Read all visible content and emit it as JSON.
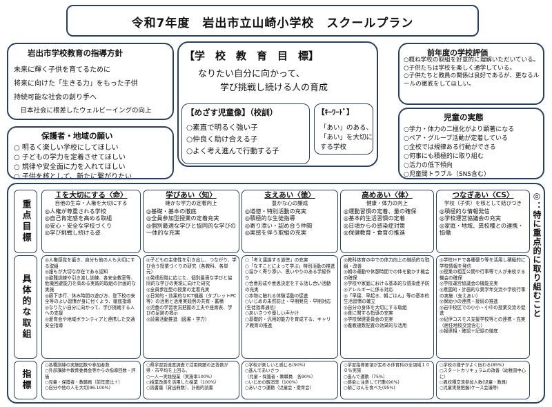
{
  "header": {
    "title": "令和7年度　岩出市立山崎小学校　スクールプラン"
  },
  "policy": {
    "title": "岩出市学校教育の指導方針",
    "lines": [
      "未来に輝く子供を育てるために",
      "将来に向けた「生きる力」をもった子供",
      "持続可能な社会の創り手へ",
      "　日本社会に根差したウェルビーイングの向上"
    ]
  },
  "wishes": {
    "title": "保護者・地域の願い",
    "lines": [
      "○ 明るく楽しい学校にしてほしい",
      "○ 子どもの学力を定着させてほしい",
      "○ 規律や安全面に力を入れてほしい",
      "○ 子供を核として、新たに繋がりたい"
    ]
  },
  "goal": {
    "title": "【学　校　教　育　目　標】",
    "line1": "なりたい自分に向かって、",
    "line2": "学び挑戦し続ける人の育成"
  },
  "ideal": {
    "title": "【めざす児童像】（校訓）",
    "items": [
      "○素直で明るく強い子",
      "○仲良く助け合える子",
      "○よく考え進んで行動する子"
    ]
  },
  "keyword": {
    "title": "【ｷｰﾜｰﾄﾞ】",
    "line1": "「あい」のある、",
    "line2": "「あい」を大切に",
    "line3": "する学校"
  },
  "evaluation": {
    "title": "前年度の学校評価",
    "text": "○概ね学校の取組を好意的に理解いただいている。\n○子供たちは学校を楽しく通学している。\n○子供たちと教員の関係は良好であるが、更なるルールの徹底をしてほしい。"
  },
  "actual": {
    "title": "児童の実態",
    "lines": [
      "○学力・体力の二極化がより顕著になる",
      "○ペア・グループ活動が定着している",
      "○全校では規律ある行動ができる",
      "○何事にも積極的に取り組む",
      "○活力の低下傾向",
      "○児童間トラブル（SNS含む）"
    ]
  },
  "rows": {
    "goals_label": "重点目標",
    "concrete_label": "具体的な取組",
    "indicator_label": "指標"
  },
  "side_note": "◎：特に重点的に取り組むこと",
  "columns": [
    {
      "head": "Ｉを大切にする〈命〉",
      "sub": "自他の生命・人権を大切にする",
      "goals": "◎人権が尊重される学校\n◎自己肯定感を高める取組\n◎安心・安全な学校づくり\n◎学び挑戦し続ける姿",
      "concrete": "◎人権感覚を磨き、自分も他の人も大切にする取組\n◎誰もが大切な存在である認知\n◎避難訓練や引き渡し訓練、各安全教室等、危機回避能力を高める実践的取組の計画的な実施\n◎廊下歩行、休み時間の遊び方、登下校の安全等のよい習慣が身に付くよう、徹底指導\n◎なりたい自分に向かって、学び挑戦する人への支援\n◎愛育会や地域ボランティアと連携した交通安全指導",
      "indicator": "○各種訓練の実施回数や参加者数\n○外部講師や教育委員会等からの指導回数・評価\n○児童・保護者・教職員（前年度比＋）\n○自分や他の人を大切(96.100%)"
    },
    {
      "head": "学びあい〈知〉",
      "sub": "確かな学力の定着向上",
      "goals": "◎基礎・基本の徹底\n◎全員参加型授業の定着充実\n◎個別最適な学びと協同的な学びの一体的な充実",
      "concrete": "◎子どもの主体性を引き出し、つながり、学び合う授業づくりの研究（各教科、各単元）\n◎発達段階に応じた、個別最適な学びと協同的な学びの実現に向けた研究\n◎全員参加型の授業の定着充実\n◎日常的・効果的なICT機器（タブレットPC等）の活用と活用実践例の共有・蓄積\n◎児童の学習状況把握の工夫や座席表、学びの足跡の揭示\n◎読書活動推進（図書・学力）",
      "indicator": "○県学習到達度調査で活用問題の正答数が県・市平均を上回る。\n○一人一実践授業（実施率100%）\n○授業改善を活用した授業（100%）\n○読書量（貸出冊数）、計画的読書"
    },
    {
      "head": "支えあい〈徳〉",
      "sub": "豊かな心の醸成",
      "goals": "◎道徳・特別活動の充実\n◎積極的な生徒指導\n◎寄り添い・認め合う仲間\n◎実感を伴う取組の充実",
      "concrete": "○「考え議論する道徳」の充実\n○「なすことによって学ぶ」特別活動の推進\n○温かく寄り添い、思いやりのある学級作り\n○合意形成や意思決定をする話し合い活動の充実\n○本物に触れる体験活動の促進\n○いじめの未然防止・早期発見・早期対応(生徒指導通信)\n○あいさつや優しい声かけ\n○基礎的・汎用的能力を育成する、キャリア教育の推進",
      "indicator": "○学校が楽しいと感じる(90%)\n○進んであいさつ\n（児童・保護者・教職員　各90%）\n○いじめの解消率（100%）\n○あいさつ運動（児童会・愛育会）"
    },
    {
      "head": "高めあい〈体〉",
      "sub": "健康・体力の向上",
      "goals": "◎運動習慣の定着、量の確保\n◎基本的生活習慣の定着\n◎日頃からの感染症対策\n◎保健教育・食育の推進",
      "concrete": "◎教科体育の中での体力向上の継続的な取組・改善\n◎朝の運動や休憩時間での体を動かす機会の確保\n◎学校や家庭における基本的な感染症予防\n◎アレルギーに係る対応\n◎「早寝、早起き、朝ごはん」等の基本的生活習慣の確立\n◎自分の身体を大切にする取組\n◎食に関する指導の充実\n◎学校保健委員会の充実\n◎養教複数配置の効果的な活用",
      "indicator": "○学習指導要領が定める体育科の全領域１００％実施\n○進んで運動（75%）\n○感染に注意して行動(90%)\n○朝ごはんを食べた(95%)"
    },
    {
      "head": "つなぎあい〈CS〉",
      "sub": "学校（子供）を核として結びつき",
      "goals": "◎積極的な情報発信\n◎学校運営協議会の充実\n◎家庭・地域、異校種との連携・協働",
      "concrete": "◎学校ＨＰで各種便り等を活用し積極的に学校情報を発信\n◎授業の相互公開や行事等で人が来校する機会の確保\n◎学校運営協議会の機能充実\n◎意図的・計画的な異学年交流や学校行事の実施（支えあい）\n◎保幼小の連携・接続の推進\n◎岩中校区での小小・小中の授業交流の促進\n◎紀伊コスモス支援学校等との連携・充実（居住地校交流含む）\n◎報連相・確認＋記録の徹底",
      "indicator": "○学校の様子がよく伝わる(85%)\n○スタートカリキュラムの改善（幼稚園中心に）\n○異校種交流参加人数(児童・教員)\n○児童実態把握(ケース会議等)"
    }
  ]
}
